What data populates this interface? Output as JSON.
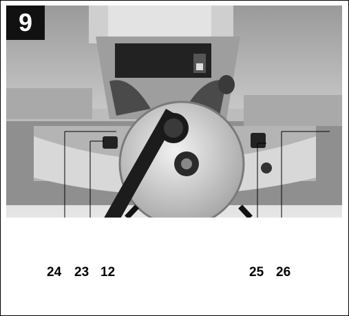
{
  "figure": {
    "number": "9",
    "callouts": [
      "24",
      "23",
      "12",
      "25",
      "26"
    ]
  }
}
